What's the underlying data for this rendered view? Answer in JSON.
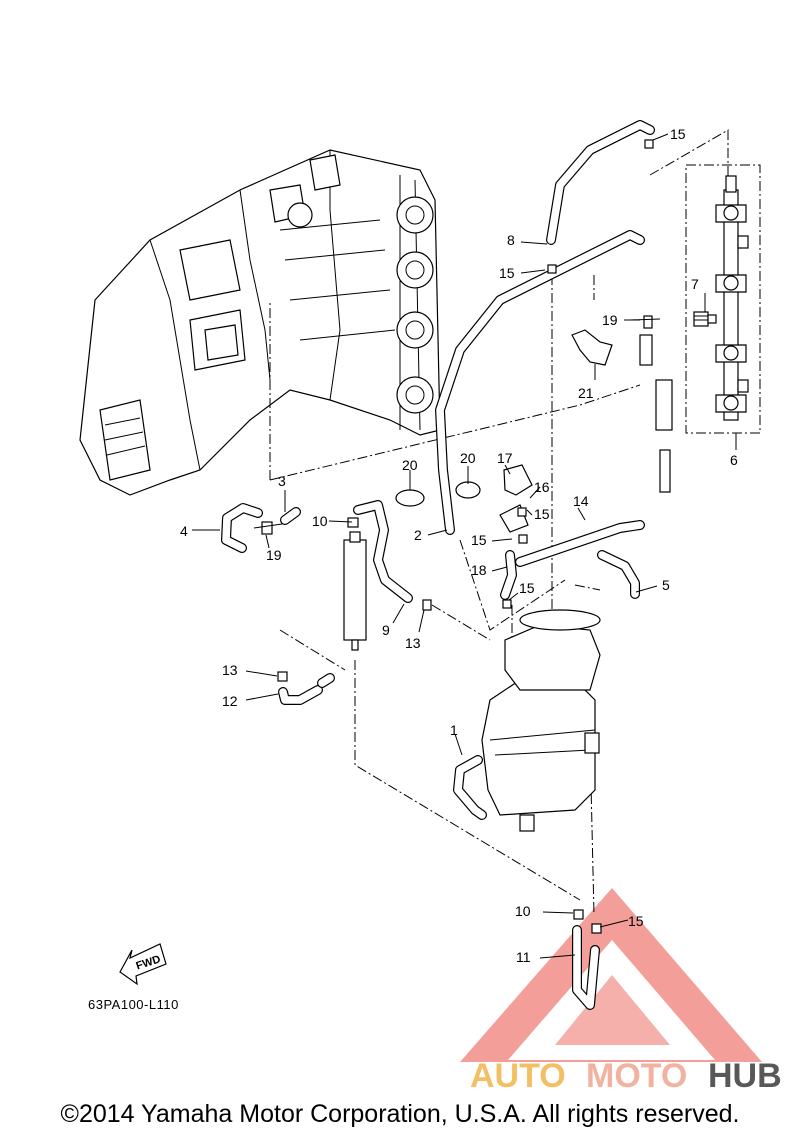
{
  "drawing_code": "63PA100-L110",
  "fwd_label": "FWD",
  "watermark": {
    "part1": "AUTO",
    "part2": "MOTO",
    "part3": "HUB",
    "colors": {
      "auto": "#f2b54a",
      "moto": "#f0a58f",
      "hub": "#3c3c3c",
      "triangle": "#e8453c"
    }
  },
  "copyright": "©2014 Yamaha Motor Corporation, U.S.A. All rights reserved.",
  "callouts": {
    "c1": "1",
    "c2": "2",
    "c3": "3",
    "c4": "4",
    "c5": "5",
    "c6": "6",
    "c7": "7",
    "c8": "8",
    "c9": "9",
    "c10a": "10",
    "c10b": "10",
    "c11": "11",
    "c12": "12",
    "c13a": "13",
    "c13b": "13",
    "c14": "14",
    "c15a": "15",
    "c15b": "15",
    "c15c": "15",
    "c15d": "15",
    "c15e": "15",
    "c15f": "15",
    "c17": "17",
    "c16": "16",
    "c18": "18",
    "c19a": "19",
    "c19b": "19",
    "c20a": "20",
    "c20b": "20",
    "c21": "21"
  }
}
